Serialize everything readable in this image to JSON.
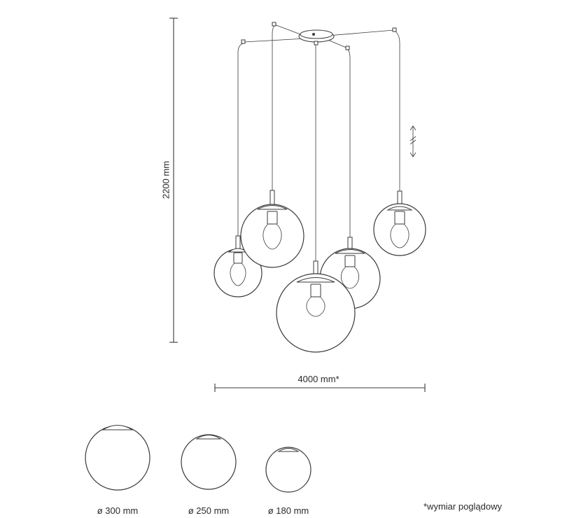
{
  "dimensions": {
    "height_label": "2200 mm",
    "width_label": "4000 mm*"
  },
  "shade_sizes": [
    {
      "label": "ø 300 mm"
    },
    {
      "label": "ø 250 mm"
    },
    {
      "label": "ø 180 mm"
    }
  ],
  "footnote": "*wymiar poglądowy",
  "icons": [
    "adjustable-height-arrow-icon",
    "ceiling-canopy-icon"
  ],
  "colors": {
    "line": "#3a3a3a",
    "background": "#ffffff"
  }
}
